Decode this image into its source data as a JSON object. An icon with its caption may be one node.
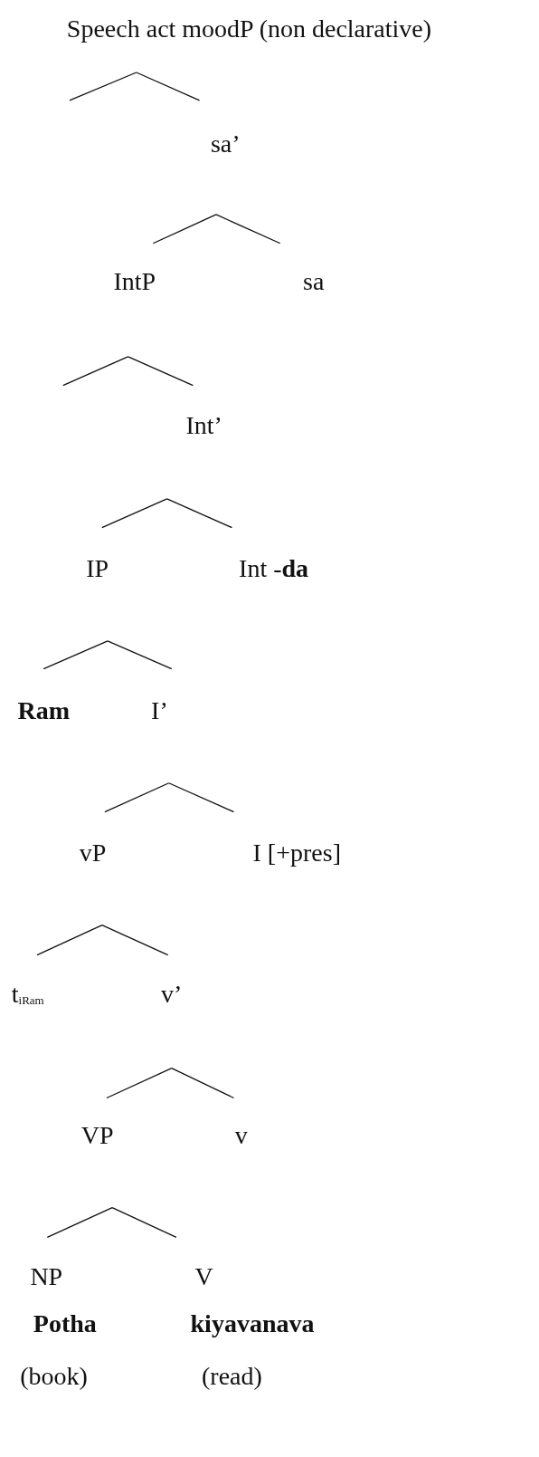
{
  "diagram": {
    "nodes": [
      {
        "text": [
          "Speech act moodP (non declarative)"
        ]
      },
      {
        "text": [
          "sa’"
        ]
      },
      {
        "text": [
          "IntP"
        ]
      },
      {
        "text": [
          "sa"
        ]
      },
      {
        "text": [
          "Int’"
        ]
      },
      {
        "text": [
          "IP"
        ]
      },
      {
        "text": [
          "Int -**da**"
        ]
      },
      {
        "text": [
          "Ram"
        ]
      },
      {
        "text": [
          "I’"
        ]
      },
      {
        "text": [
          "vP"
        ]
      },
      {
        "text": [
          "I [+pres]"
        ]
      },
      {
        "text": [
          "t$_{iRam}$"
        ]
      },
      {
        "text": [
          "v’"
        ]
      },
      {
        "text": [
          "VP"
        ]
      },
      {
        "text": [
          "v"
        ]
      },
      {
        "text": [
          "NP"
        ]
      },
      {
        "text": [
          "V"
        ]
      }
    ],
    "edges": [
      {
        "from": 0,
        "to": 1,
        "arrow": "none"
      },
      {
        "from": 1,
        "to": 2,
        "arrow": "none"
      },
      {
        "from": 1,
        "to": 3,
        "arrow": "none"
      },
      {
        "from": 2,
        "to": 4,
        "arrow": "none"
      },
      {
        "from": 4,
        "to": 5,
        "arrow": "none"
      },
      {
        "from": 4,
        "to": 6,
        "arrow": "none"
      },
      {
        "from": 5,
        "to": 7,
        "arrow": "none"
      },
      {
        "from": 5,
        "to": 8,
        "arrow": "none"
      },
      {
        "from": 8,
        "to": 9,
        "arrow": "none"
      },
      {
        "from": 8,
        "to": 10,
        "arrow": "none"
      },
      {
        "from": 9,
        "to": 11,
        "arrow": "none"
      },
      {
        "from": 9,
        "to": 12,
        "arrow": "none"
      },
      {
        "from": 12,
        "to": 13,
        "arrow": "none"
      },
      {
        "from": 12,
        "to": 14,
        "arrow": "none"
      },
      {
        "from": 13,
        "to": 15,
        "arrow": "none"
      },
      {
        "from": 13,
        "to": 16,
        "arrow": "none"
      }
    ],
    "labels": [
      "Potha",
      "kiyavanava",
      "(book)",
      "(read)"
    ]
  }
}
